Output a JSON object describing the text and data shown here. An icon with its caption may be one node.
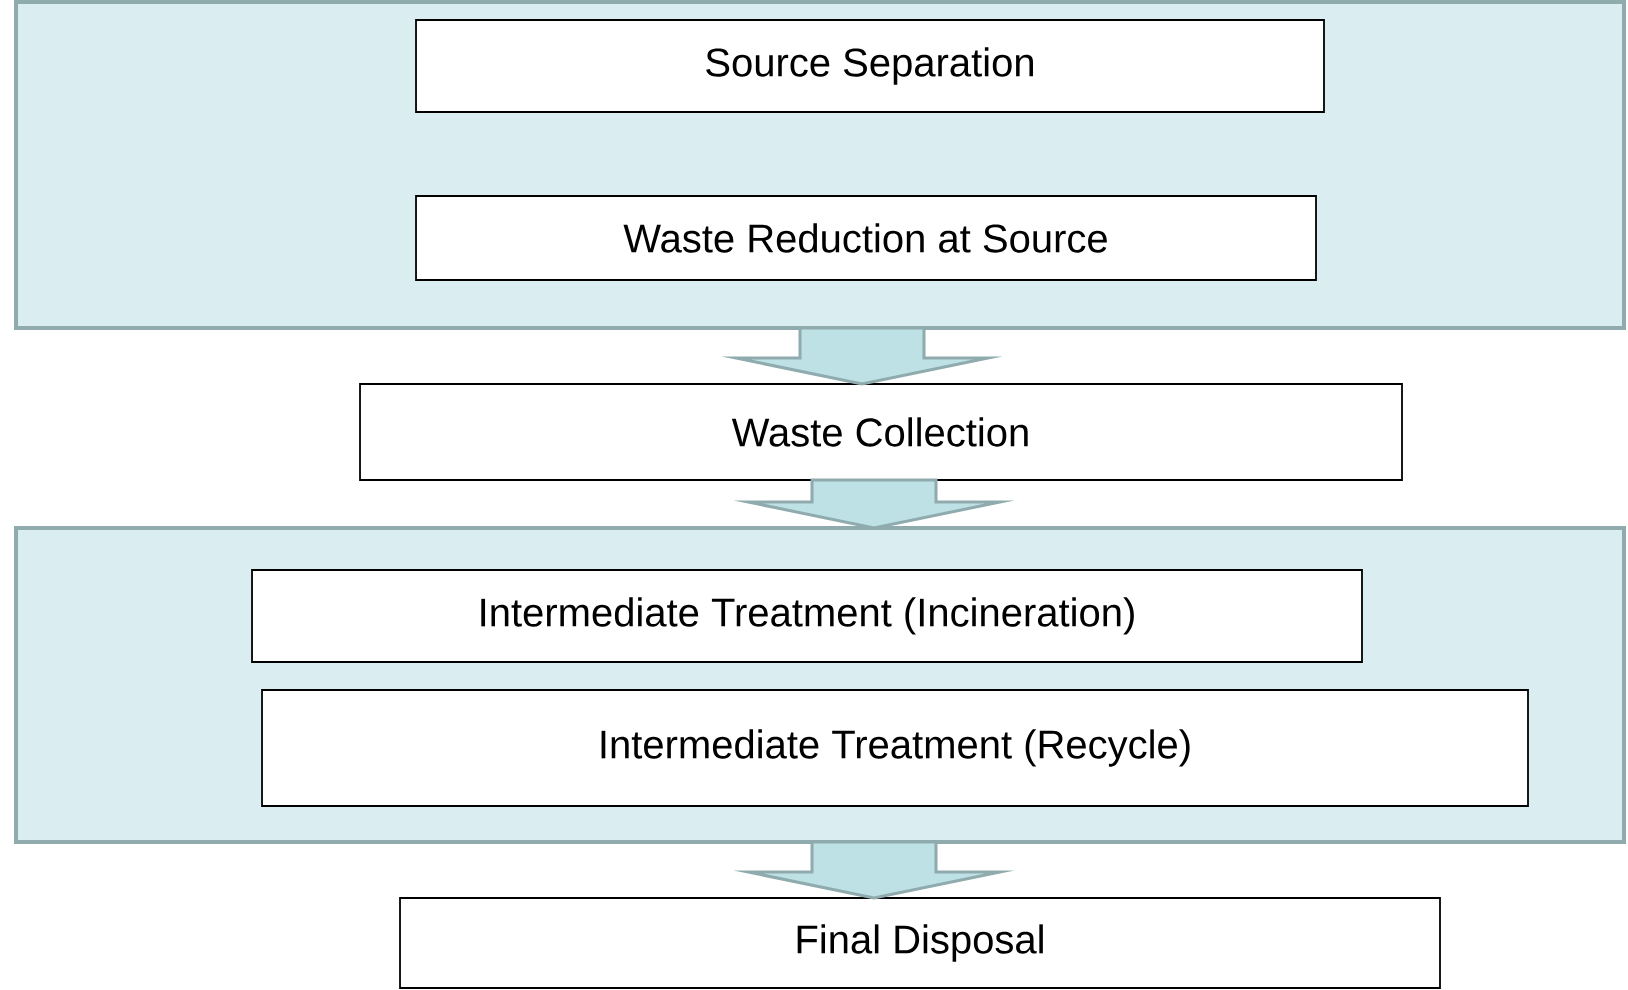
{
  "diagram": {
    "nodes": [
      {
        "text": [],
        "shape": "box"
      },
      {
        "text": [
          "Source Separation"
        ],
        "in": 0
      },
      {
        "text": [
          "Waste Reduction at Source"
        ],
        "in": 0
      },
      {
        "text": [
          "Waste Collection"
        ]
      },
      {
        "text": [],
        "shape": "box"
      },
      {
        "text": [
          "Intermediate Treatment (Incineration)"
        ],
        "in": 4
      },
      {
        "text": [
          "Intermediate Treatment (Recycle)"
        ],
        "in": 4
      },
      {
        "text": [
          "Final Disposal"
        ]
      }
    ],
    "edges": [
      {
        "from": 0,
        "to": 3,
        "arrow": "to"
      },
      {
        "from": 3,
        "to": 4,
        "arrow": "to"
      },
      {
        "from": 4,
        "to": 7,
        "arrow": "to"
      }
    ]
  }
}
